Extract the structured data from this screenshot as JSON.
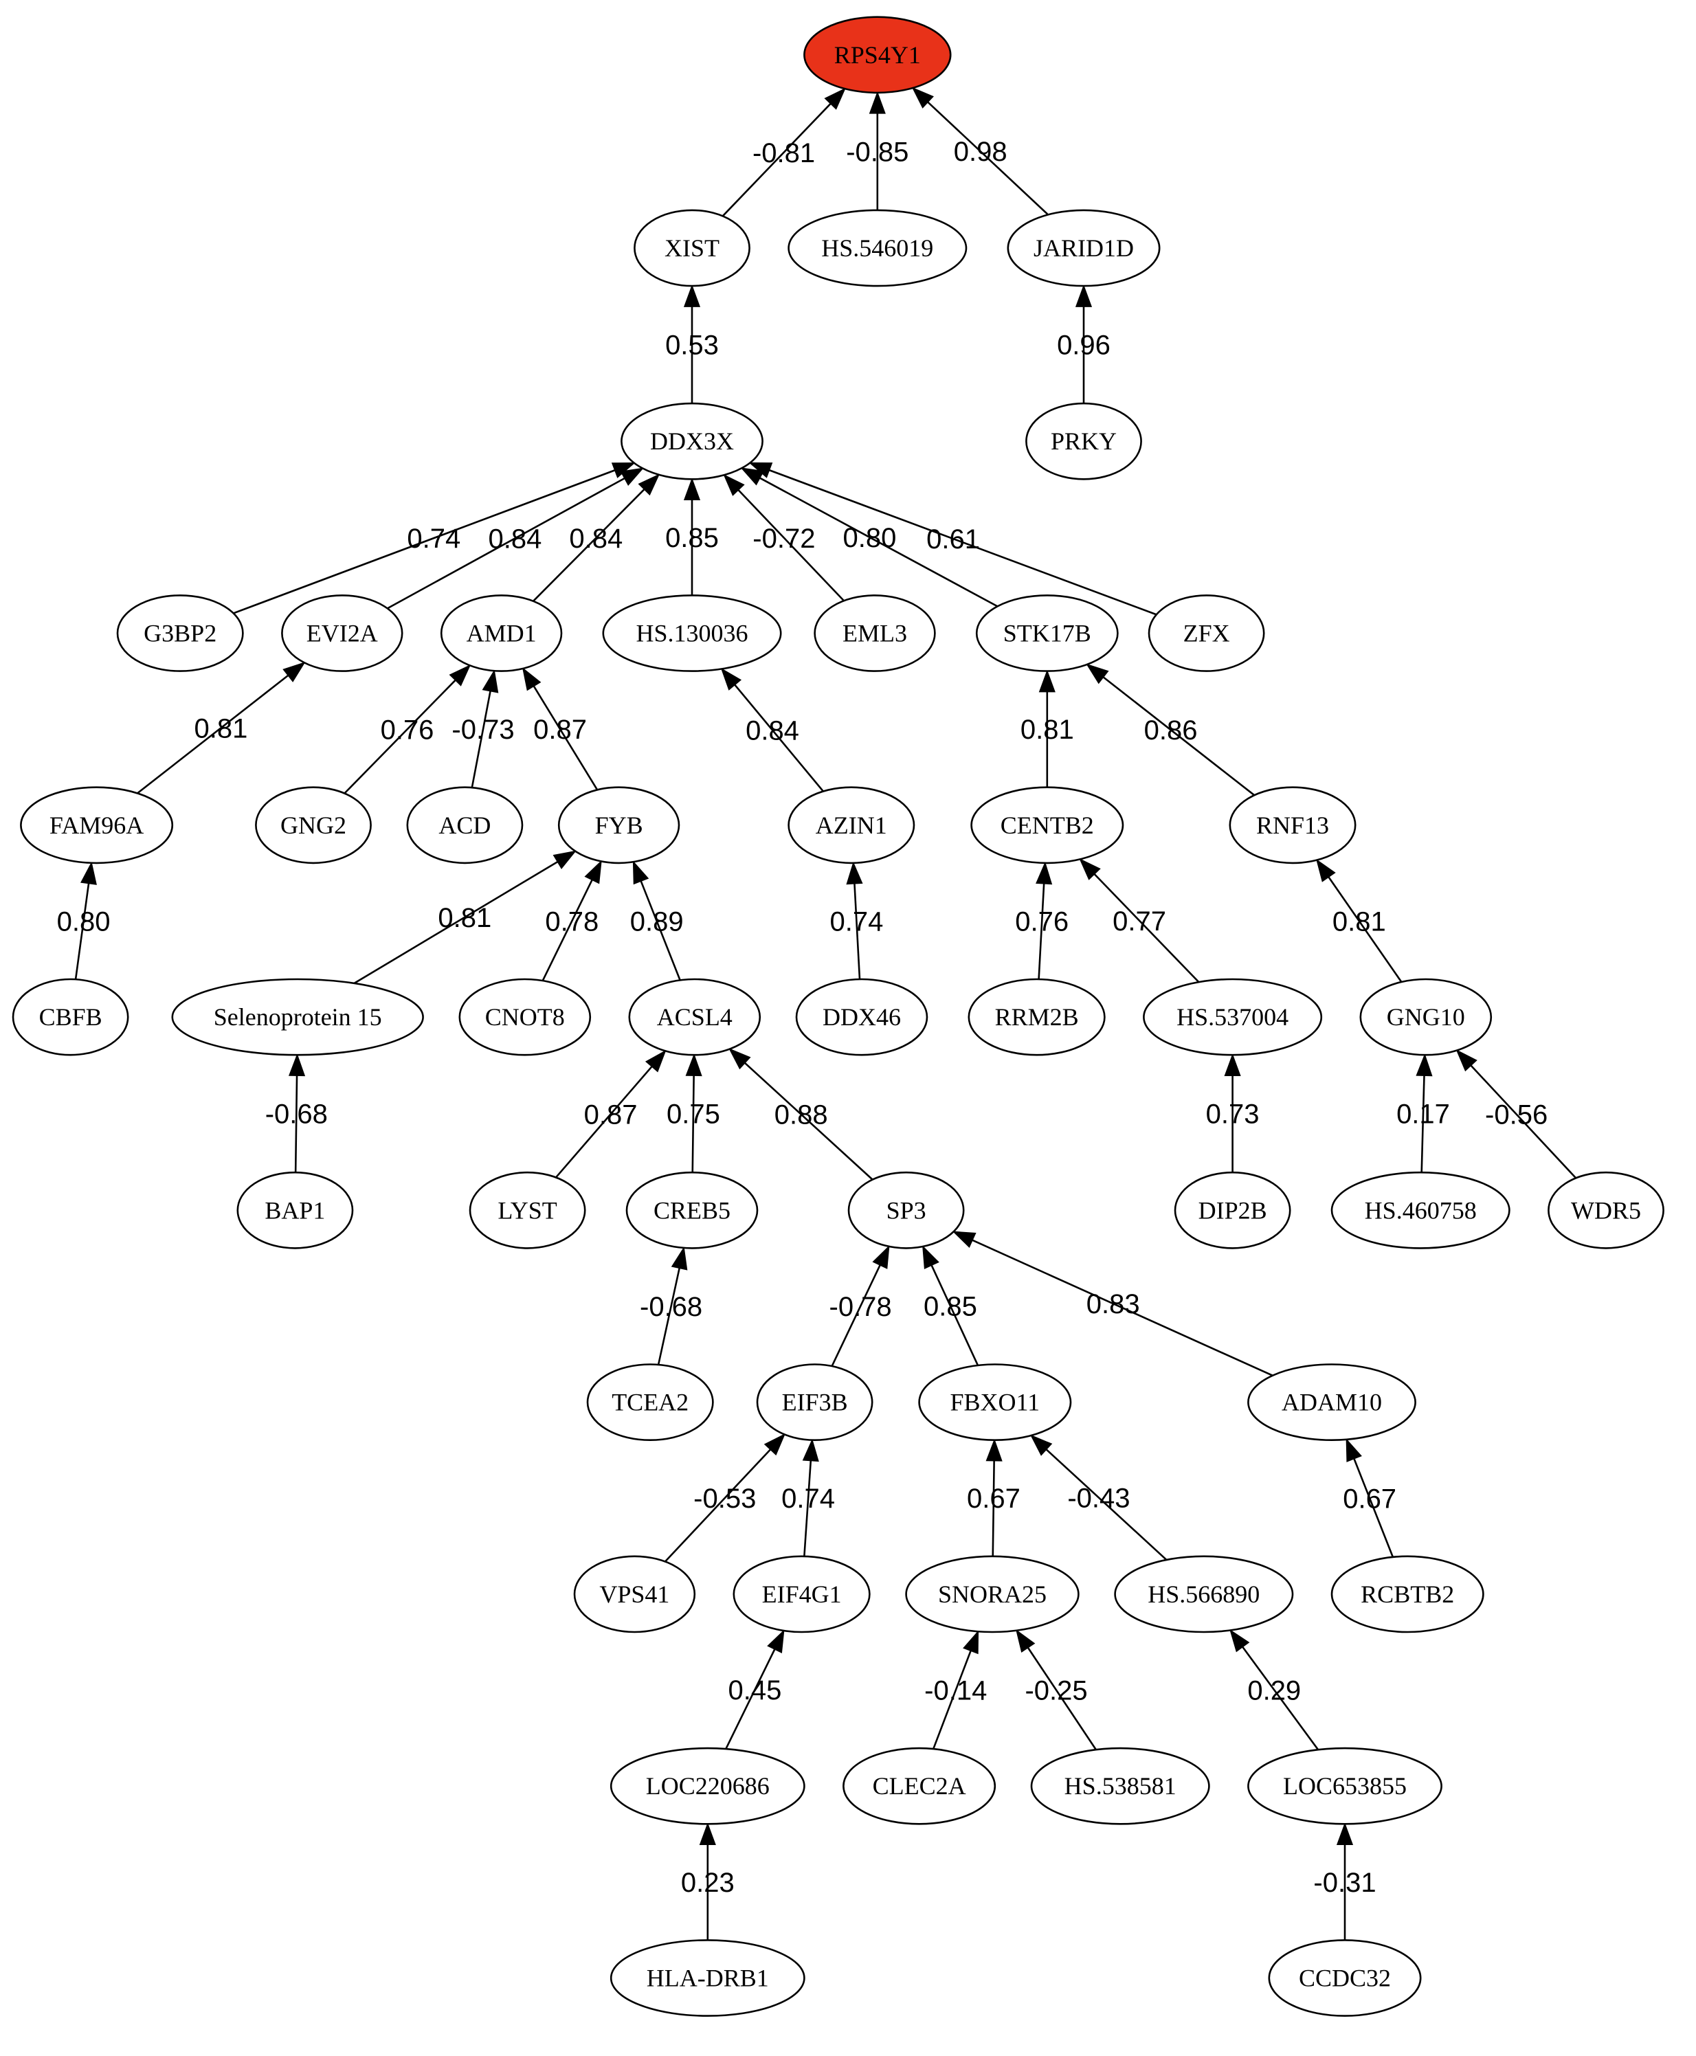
{
  "diagram": {
    "type": "directed-tree",
    "colors": {
      "root_fill": "#e83219",
      "node_fill": "#ffffff",
      "stroke": "#000000"
    },
    "root": "RPS4Y1",
    "nodes": [
      "RPS4Y1",
      "XIST",
      "HS.546019",
      "JARID1D",
      "DDX3X",
      "PRKY",
      "G3BP2",
      "EVI2A",
      "AMD1",
      "HS.130036",
      "EML3",
      "STK17B",
      "ZFX",
      "FAM96A",
      "GNG2",
      "ACD",
      "FYB",
      "AZIN1",
      "CENTB2",
      "RNF13",
      "CBFB",
      "Selenoprotein 15",
      "CNOT8",
      "ACSL4",
      "DDX46",
      "RRM2B",
      "HS.537004",
      "GNG10",
      "BAP1",
      "LYST",
      "CREB5",
      "SP3",
      "DIP2B",
      "HS.460758",
      "WDR5",
      "TCEA2",
      "EIF3B",
      "FBXO11",
      "ADAM10",
      "VPS41",
      "EIF4G1",
      "SNORA25",
      "HS.566890",
      "RCBTB2",
      "LOC220686",
      "CLEC2A",
      "HS.538581",
      "LOC653855",
      "HLA-DRB1",
      "CCDC32"
    ],
    "edges": [
      {
        "source": "XIST",
        "target": "RPS4Y1",
        "weight": "-0.81"
      },
      {
        "source": "HS.546019",
        "target": "RPS4Y1",
        "weight": "-0.85"
      },
      {
        "source": "JARID1D",
        "target": "RPS4Y1",
        "weight": "0.98"
      },
      {
        "source": "DDX3X",
        "target": "XIST",
        "weight": "0.53"
      },
      {
        "source": "PRKY",
        "target": "JARID1D",
        "weight": "0.96"
      },
      {
        "source": "G3BP2",
        "target": "DDX3X",
        "weight": "0.74"
      },
      {
        "source": "EVI2A",
        "target": "DDX3X",
        "weight": "0.84"
      },
      {
        "source": "AMD1",
        "target": "DDX3X",
        "weight": "0.84"
      },
      {
        "source": "HS.130036",
        "target": "DDX3X",
        "weight": "0.85"
      },
      {
        "source": "EML3",
        "target": "DDX3X",
        "weight": "-0.72"
      },
      {
        "source": "STK17B",
        "target": "DDX3X",
        "weight": "0.80"
      },
      {
        "source": "ZFX",
        "target": "DDX3X",
        "weight": "0.61"
      },
      {
        "source": "FAM96A",
        "target": "EVI2A",
        "weight": "0.81"
      },
      {
        "source": "GNG2",
        "target": "AMD1",
        "weight": "0.76"
      },
      {
        "source": "ACD",
        "target": "AMD1",
        "weight": "-0.73"
      },
      {
        "source": "FYB",
        "target": "AMD1",
        "weight": "0.87"
      },
      {
        "source": "AZIN1",
        "target": "HS.130036",
        "weight": "0.84"
      },
      {
        "source": "CENTB2",
        "target": "STK17B",
        "weight": "0.81"
      },
      {
        "source": "RNF13",
        "target": "STK17B",
        "weight": "0.86"
      },
      {
        "source": "CBFB",
        "target": "FAM96A",
        "weight": "0.80"
      },
      {
        "source": "Selenoprotein 15",
        "target": "FYB",
        "weight": "0.81"
      },
      {
        "source": "CNOT8",
        "target": "FYB",
        "weight": "0.78"
      },
      {
        "source": "ACSL4",
        "target": "FYB",
        "weight": "0.89"
      },
      {
        "source": "DDX46",
        "target": "AZIN1",
        "weight": "0.74"
      },
      {
        "source": "RRM2B",
        "target": "CENTB2",
        "weight": "0.76"
      },
      {
        "source": "HS.537004",
        "target": "CENTB2",
        "weight": "0.77"
      },
      {
        "source": "GNG10",
        "target": "RNF13",
        "weight": "0.81"
      },
      {
        "source": "BAP1",
        "target": "Selenoprotein 15",
        "weight": "-0.68"
      },
      {
        "source": "LYST",
        "target": "ACSL4",
        "weight": "0.87"
      },
      {
        "source": "CREB5",
        "target": "ACSL4",
        "weight": "0.75"
      },
      {
        "source": "SP3",
        "target": "ACSL4",
        "weight": "0.88"
      },
      {
        "source": "DIP2B",
        "target": "HS.537004",
        "weight": "0.73"
      },
      {
        "source": "HS.460758",
        "target": "GNG10",
        "weight": "0.17"
      },
      {
        "source": "WDR5",
        "target": "GNG10",
        "weight": "-0.56"
      },
      {
        "source": "TCEA2",
        "target": "CREB5",
        "weight": "-0.68"
      },
      {
        "source": "EIF3B",
        "target": "SP3",
        "weight": "-0.78"
      },
      {
        "source": "FBXO11",
        "target": "SP3",
        "weight": "0.85"
      },
      {
        "source": "ADAM10",
        "target": "SP3",
        "weight": "0.83"
      },
      {
        "source": "VPS41",
        "target": "EIF3B",
        "weight": "-0.53"
      },
      {
        "source": "EIF4G1",
        "target": "EIF3B",
        "weight": "0.74"
      },
      {
        "source": "SNORA25",
        "target": "FBXO11",
        "weight": "0.67"
      },
      {
        "source": "HS.566890",
        "target": "FBXO11",
        "weight": "-0.43"
      },
      {
        "source": "RCBTB2",
        "target": "ADAM10",
        "weight": "0.67"
      },
      {
        "source": "LOC220686",
        "target": "EIF4G1",
        "weight": "0.45"
      },
      {
        "source": "CLEC2A",
        "target": "SNORA25",
        "weight": "-0.14"
      },
      {
        "source": "HS.538581",
        "target": "SNORA25",
        "weight": "-0.25"
      },
      {
        "source": "LOC653855",
        "target": "HS.566890",
        "weight": "0.29"
      },
      {
        "source": "HLA-DRB1",
        "target": "LOC220686",
        "weight": "0.23"
      },
      {
        "source": "CCDC32",
        "target": "LOC653855",
        "weight": "-0.31"
      }
    ]
  }
}
